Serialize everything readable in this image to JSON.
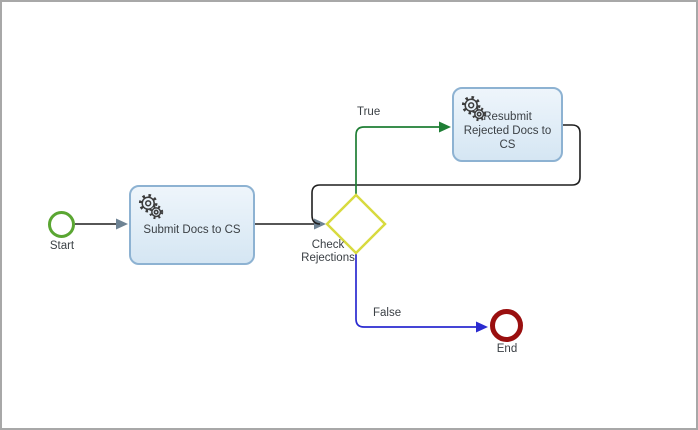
{
  "diagram": {
    "kind": "bpmn-process-flow",
    "nodes": {
      "start": {
        "type": "start-event",
        "label": "Start"
      },
      "submit_task": {
        "type": "service-task",
        "label": "Submit Docs to CS",
        "icon": "gears-icon"
      },
      "gateway": {
        "type": "exclusive-gateway",
        "label": "Check Rejections"
      },
      "resubmit_task": {
        "type": "service-task",
        "label": "Resubmit Rejected Docs to CS",
        "icon": "gears-icon"
      },
      "end": {
        "type": "end-event",
        "label": "End"
      }
    },
    "edges": {
      "start_to_submit": {
        "from": "start",
        "to": "submit_task",
        "label": ""
      },
      "submit_to_gateway": {
        "from": "submit_task",
        "to": "gateway",
        "label": ""
      },
      "true_branch": {
        "from": "gateway",
        "to": "resubmit_task",
        "label": "True"
      },
      "resubmit_loop": {
        "from": "resubmit_task",
        "to": "gateway",
        "label": ""
      },
      "false_branch": {
        "from": "gateway",
        "to": "end",
        "label": "False"
      }
    },
    "colors": {
      "start_stroke": "#5aa632",
      "end_stroke": "#9a0f0f",
      "gateway_stroke": "#d8da3f",
      "task_fill": "#dceaf5",
      "task_border": "#8db2d2",
      "flow_line": "#1f1f1f",
      "flow_arrowhead": "#6e8394",
      "true_flow": "#1e7e34",
      "false_flow": "#2b2bd0",
      "label_text": "#3b4045",
      "canvas_border": "#a8a8a8"
    }
  }
}
